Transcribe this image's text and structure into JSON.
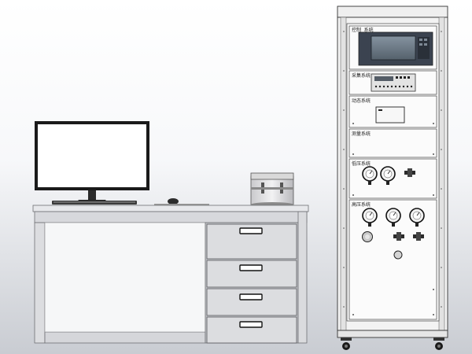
{
  "scene": {
    "description_ref": "lab-test-bench",
    "colors": {
      "background_top": "#ffffff",
      "background_bottom": "#c9ccd2",
      "desk_top": "#d9dadd",
      "desk_frame": "#e6e7ea",
      "drawer": "#dcdde0",
      "cabinet_body": "#f4f4f4",
      "cabinet_frame": "#e8e8e8",
      "screen": "#ffffff",
      "monitor_bezel": "#1a1a1a",
      "instrument_display": "#6b7a86"
    },
    "cabinet": {
      "panels": [
        {
          "id": "panel-1",
          "label": "控制 系统"
        },
        {
          "id": "panel-2",
          "label": "采集系统"
        },
        {
          "id": "panel-3",
          "label": "动态系统"
        },
        {
          "id": "panel-4",
          "label": "测量系统"
        },
        {
          "id": "panel-5",
          "label": "低压系统"
        },
        {
          "id": "panel-6",
          "label": "高压系统"
        }
      ],
      "low_pressure_gauges": 2,
      "high_pressure_gauges": 3
    },
    "desk": {
      "drawers": 4
    }
  }
}
